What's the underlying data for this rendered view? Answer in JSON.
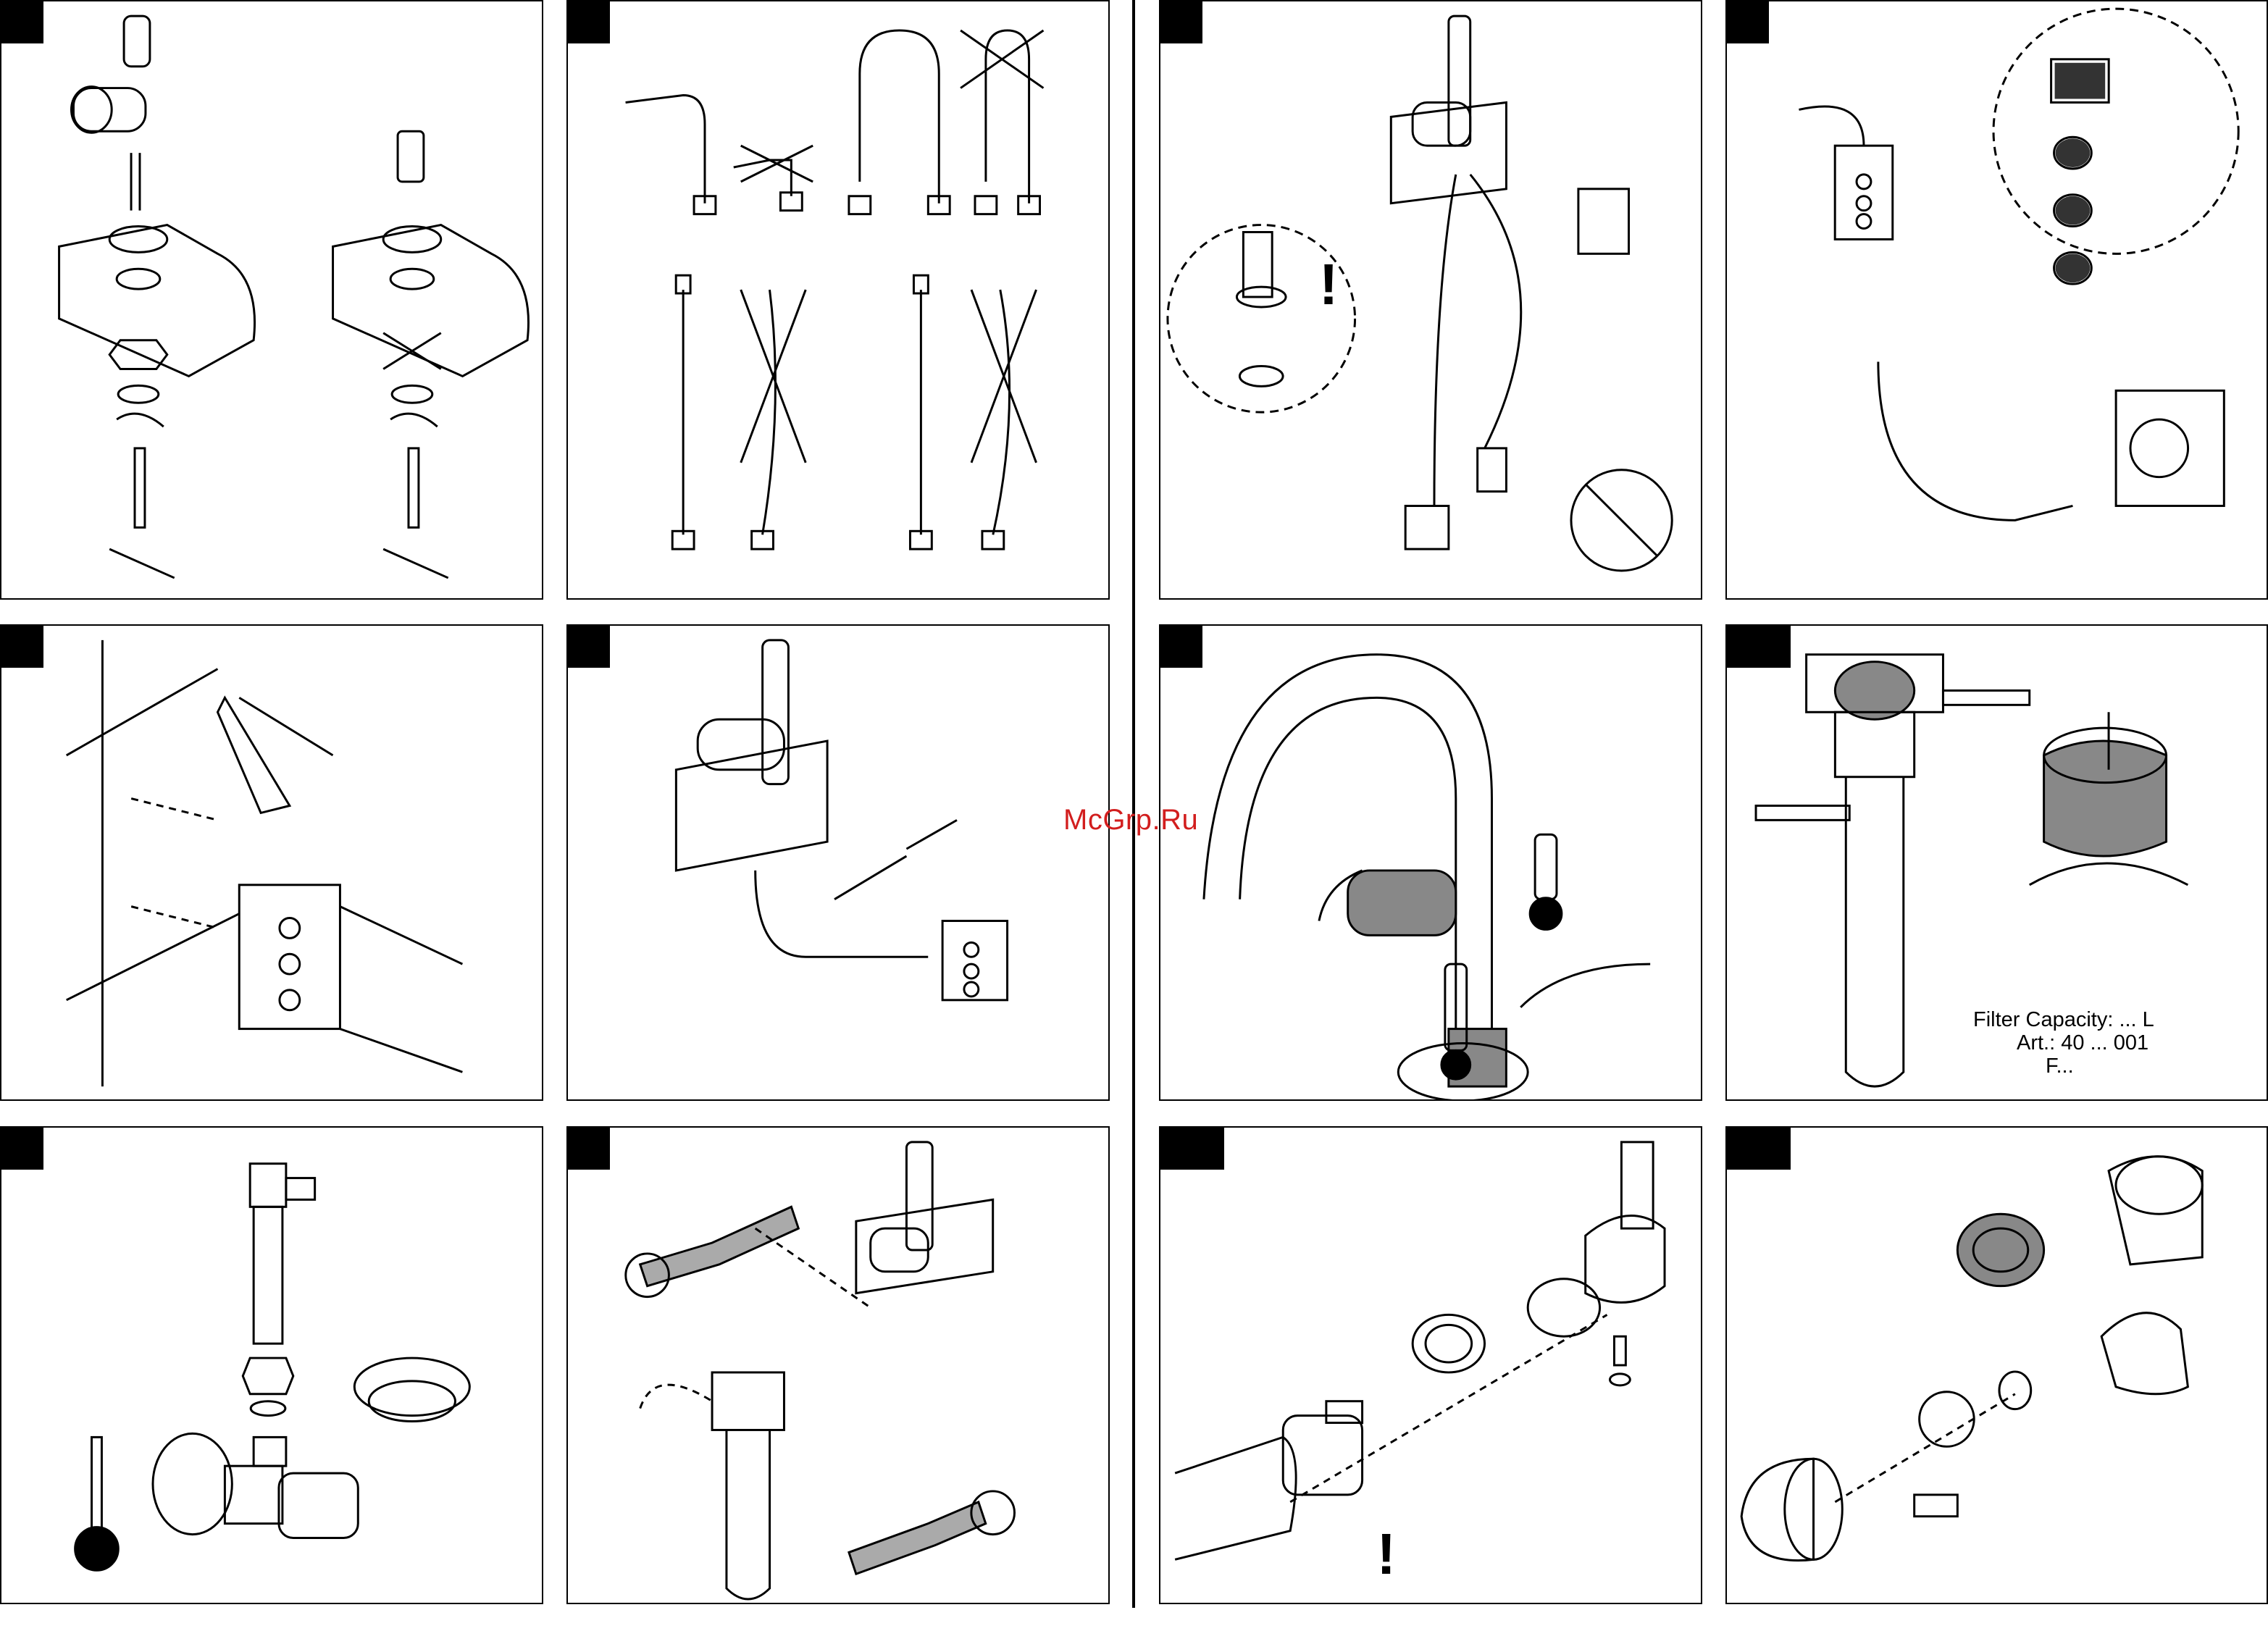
{
  "watermark": "McGrp.Ru",
  "filter_label": {
    "capacity": "Filter Capacity: ... L",
    "article": "Art.: 40 ... 001",
    "serial": "F..."
  }
}
